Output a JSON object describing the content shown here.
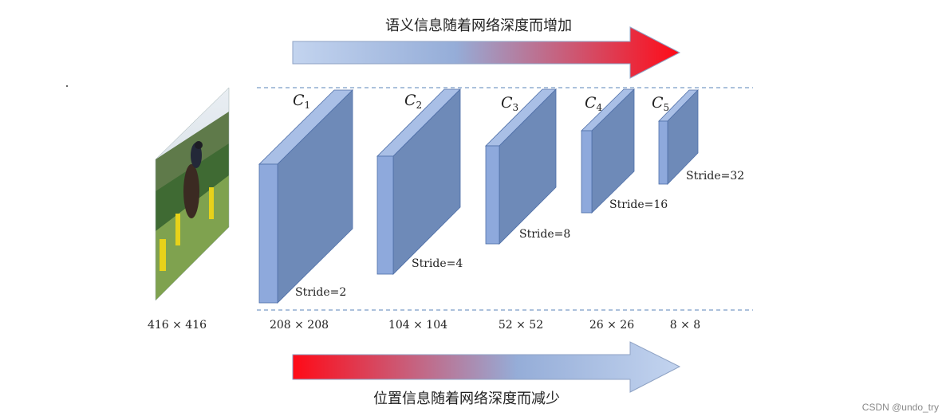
{
  "top_arrow": {
    "label": "语义信息随着网络深度而增加",
    "gradient": [
      "#c3d4ef",
      "#ff0a17"
    ]
  },
  "bottom_arrow": {
    "label": "位置信息随着网络深度而减少",
    "gradient": [
      "#ff0a17",
      "#c3d4ef"
    ]
  },
  "input": {
    "size_label": "416 × 416"
  },
  "layers": [
    {
      "letter": "C",
      "sub": "1",
      "stride": "Stride=2",
      "size": "208 × 208"
    },
    {
      "letter": "C",
      "sub": "2",
      "stride": "Stride=4",
      "size": "104 × 104"
    },
    {
      "letter": "C",
      "sub": "3",
      "stride": "Stride=8",
      "size": "52 × 52"
    },
    {
      "letter": "C",
      "sub": "4",
      "stride": "Stride=16",
      "size": "26 × 26"
    },
    {
      "letter": "C",
      "sub": "5",
      "stride": "Stride=32",
      "size": "8 × 8"
    }
  ],
  "colors": {
    "block_front": "#8ea9dc",
    "block_side": "#6e8ab8",
    "block_stroke": "#4f6fa8",
    "dash": "#7a9cc8"
  },
  "watermark": "CSDN @undo_try"
}
